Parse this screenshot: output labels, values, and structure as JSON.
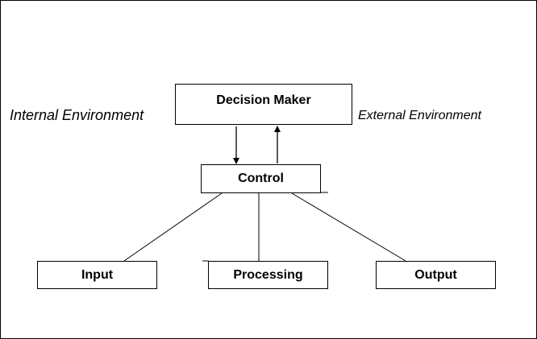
{
  "nodes": {
    "decision_maker": "Decision Maker",
    "control": "Control",
    "input": "Input",
    "processing": "Processing",
    "output": "Output"
  },
  "labels": {
    "internal": "Internal Environment",
    "external": "External Environment"
  },
  "colors": {
    "stroke": "#000000",
    "text": "#000000",
    "background": "#ffffff"
  }
}
